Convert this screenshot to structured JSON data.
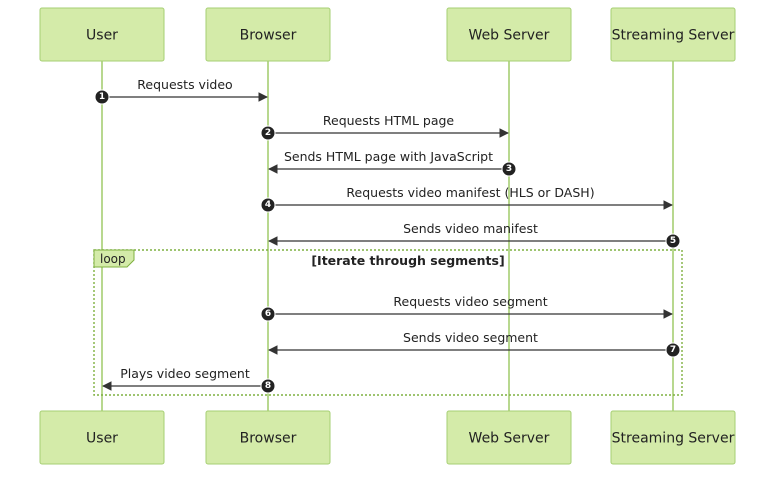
{
  "actors": [
    {
      "id": "user",
      "label": "User"
    },
    {
      "id": "browser",
      "label": "Browser"
    },
    {
      "id": "web",
      "label": "Web Server"
    },
    {
      "id": "stream",
      "label": "Streaming Server"
    }
  ],
  "messages": [
    {
      "num": "1",
      "from": "user",
      "to": "browser",
      "label": "Requests video"
    },
    {
      "num": "2",
      "from": "browser",
      "to": "web",
      "label": "Requests HTML page"
    },
    {
      "num": "3",
      "from": "web",
      "to": "browser",
      "label": "Sends HTML page with JavaScript"
    },
    {
      "num": "4",
      "from": "browser",
      "to": "stream",
      "label": "Requests video manifest (HLS or DASH)"
    },
    {
      "num": "5",
      "from": "stream",
      "to": "browser",
      "label": "Sends video manifest"
    },
    {
      "num": "6",
      "from": "browser",
      "to": "stream",
      "label": "Requests video segment"
    },
    {
      "num": "7",
      "from": "stream",
      "to": "browser",
      "label": "Sends video segment"
    },
    {
      "num": "8",
      "from": "browser",
      "to": "user",
      "label": "Plays video segment"
    }
  ],
  "loop": {
    "keyword": "loop",
    "condition": "[Iterate through segments]"
  },
  "colors": {
    "actor_fill": "#d4eba9",
    "actor_border": "#a6cf73",
    "lifeline": "#a6cf73",
    "arrow": "#333333"
  }
}
